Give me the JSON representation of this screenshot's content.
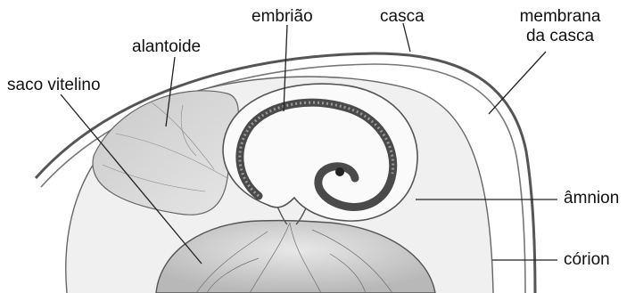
{
  "labels": {
    "embriao": "embrião",
    "casca": "casca",
    "membrana_line1": "membrana",
    "membrana_line2": "da casca",
    "alantoide": "alantoide",
    "saco_vitelino": "saco vitelino",
    "amnion": "âmnion",
    "corion": "córion"
  }
}
